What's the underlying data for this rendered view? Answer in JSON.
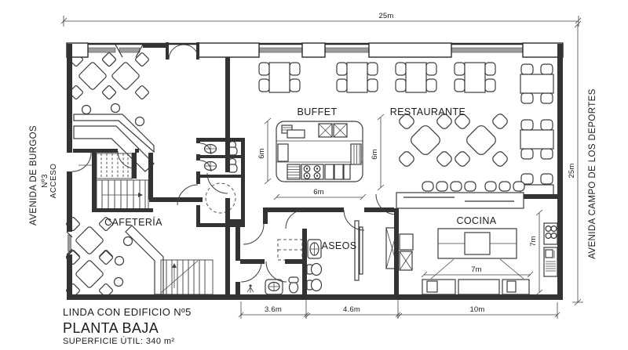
{
  "rooms": {
    "cafeteria": "CAFETERÍA",
    "buffet": "BUFFET",
    "restaurante": "RESTAURANTE",
    "aseos": "ASEOS",
    "cocina": "COCINA"
  },
  "streets": {
    "left": "AVENIDA DE BURGOS",
    "right": "AVENIDA CAMPO DE LOS DEPORTES"
  },
  "entrance": {
    "label": "ACCESO",
    "number": "Nº3"
  },
  "dimensions": {
    "top_width": "25m",
    "right_height": "25m",
    "buffet_left": "6m",
    "buffet_right": "6m",
    "buffet_bottom": "6m",
    "cocina_width": "7m",
    "cocina_depth": "7m",
    "bottom_segment_1": "3.6m",
    "bottom_segment_2": "4.6m",
    "bottom_segment_3": "10m"
  },
  "title_block": {
    "adjacency": "LINDA CON EDIFICIO Nº5",
    "floor_name": "PLANTA BAJA",
    "useful_area": "SUPERFICIE ÚTIL: 340 m²"
  },
  "colors": {
    "line": "#333333",
    "glazing": "#9c9c9c",
    "paper": "#ffffff"
  }
}
